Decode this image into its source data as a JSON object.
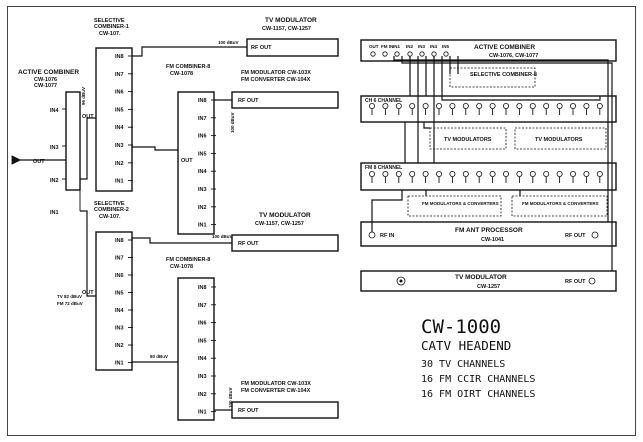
{
  "labels": {
    "active_combiner_left": "ACTIVE COMBINER",
    "active_combiner_left_model_a": "CW-1076",
    "active_combiner_left_model_b": "CW-1077",
    "out": "OUT",
    "selective_combiner_1": "SELECTIVE",
    "selective_combiner_1b": "COMBINER-1",
    "selective_combiner_1_model": "CW-107.",
    "selective_combiner_2": "SELECTIVE",
    "selective_combiner_2b": "COMBINER-2",
    "selective_combiner_2_model": "CW-107.",
    "fm_combiner_top": "FM COMBINER-8",
    "fm_combiner_top_model": "CW-1078",
    "fm_combiner_bottom": "FM COMBINER-8",
    "fm_combiner_bottom_model": "CW-1078",
    "tv_modulator_top": "TV MODULATOR",
    "tv_modulator_top_model": "CW-1157, CW-1257",
    "tv_modulator_mid": "TV MODULATOR",
    "tv_modulator_mid_model": "CW-1157, CW-1257",
    "rf_out": "RF OUT",
    "fm_modulator_top_1": "FM MODULATOR CW-103X",
    "fm_modulator_top_2": "FM CONVERTER CW-104X",
    "fm_modulator_bottom_1": "FM MODULATOR CW-103X",
    "fm_modulator_bottom_2": "FM CONVERTER CW-104X",
    "level_top": "100 dBuV",
    "level_mid": "100 dBuV",
    "level_tv": "TV 82 dBuV",
    "level_fm": "FM 72 dBuV",
    "level_80": "80 dBuV",
    "level_96": "96 dBuV",
    "level_100v": "100 dBuV",
    "active_combiner_right": "ACTIVE COMBINER",
    "active_combiner_right_model": "CW-1076, CW-1077",
    "right_port_labels": [
      "OUT",
      "FM IN",
      "IN1",
      "IN2",
      "IN3",
      "IN4",
      "IN5"
    ],
    "selective_combiner_small": "SELECTIVE COMBINER-8",
    "tv_modulators": "TV MODULATORS",
    "fm_modulators_converters": "FM MODULATORS & CONVERTERS",
    "fm_ant_processor": "FM ANT PROCESSOR",
    "fm_ant_processor_model": "CW-1041",
    "rf_in": "RF IN",
    "tv_modulator_right": "TV MODULATOR",
    "tv_modulator_right_model": "CW-1257",
    "rack_label_top": "CH 6 CHANNEL",
    "rack_label_bottom": "FM 8 CHANNEL"
  },
  "ports": {
    "in8_to_in1": [
      "IN8",
      "IN7",
      "IN6",
      "IN5",
      "IN4",
      "IN3",
      "IN2",
      "IN1"
    ],
    "active_left": [
      "IN4",
      "IN3",
      "IN2",
      "IN1"
    ]
  },
  "title": {
    "main": "CW-1000",
    "sub": "CATV HEADEND",
    "lines": [
      "30 TV CHANNELS",
      "16 FM CCIR CHANNELS",
      "16 FM OIRT CHANNELS"
    ]
  }
}
